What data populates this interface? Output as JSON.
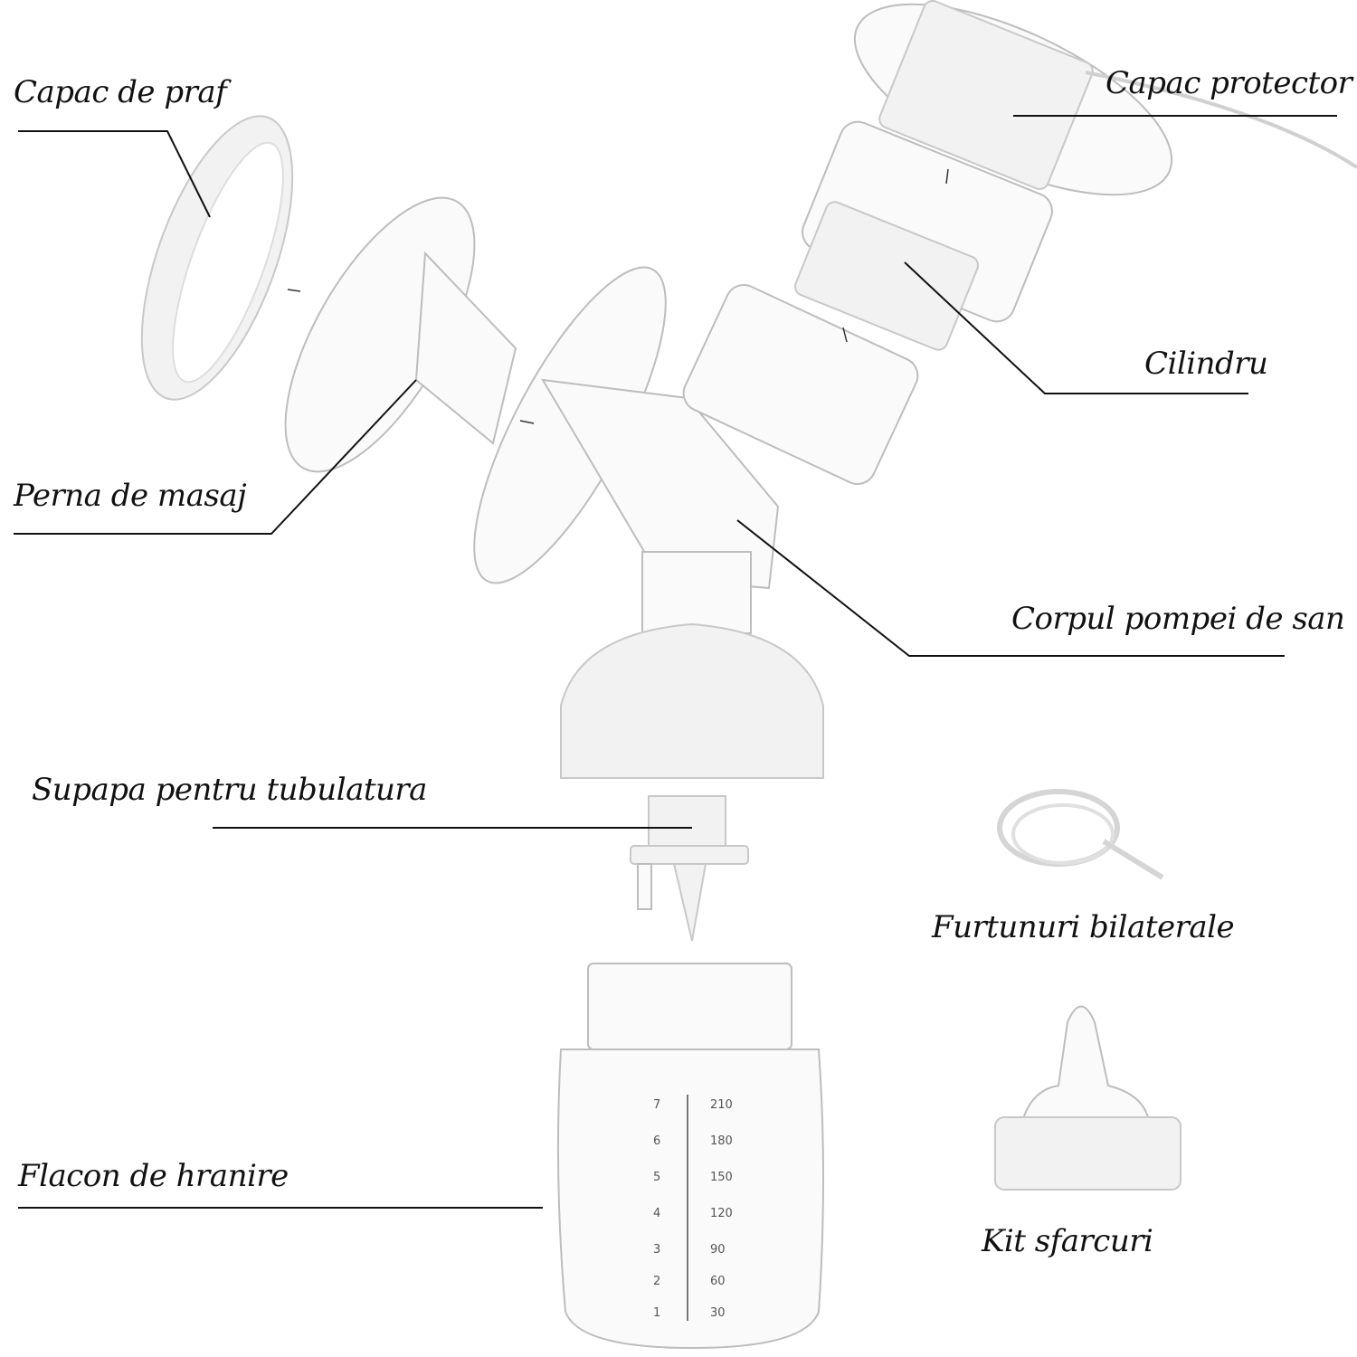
{
  "labels": {
    "dust_cap": "Capac de praf",
    "protective_cap": "Capac protector",
    "cylinder": "Cilindru",
    "massage_cushion": "Perna de masaj",
    "pump_body": "Corpul pompei de san",
    "tubing_valve": "Supapa pentru tubulatura",
    "bilateral_hoses": "Furtunuri bilaterale",
    "feeding_bottle": "Flacon de hranire",
    "nipple_kit": "Kit sfarcuri"
  },
  "bottle_scale": {
    "ml": [
      "210",
      "180",
      "150",
      "120",
      "90",
      "60",
      "30"
    ],
    "oz": [
      "7",
      "6",
      "5",
      "4",
      "3",
      "2",
      "1"
    ]
  }
}
